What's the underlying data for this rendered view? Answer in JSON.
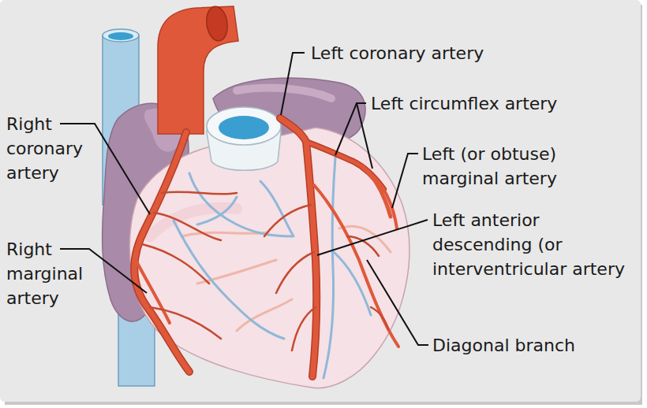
{
  "diagram": {
    "labels": [
      "Left coronary artery",
      "Left circumflex artery",
      "Right coronary artery",
      "Left (or obtuse) marginal artery",
      "Left anterior descending (or interventricular artery",
      "Right marginal artery",
      "Diagonal branch"
    ]
  }
}
